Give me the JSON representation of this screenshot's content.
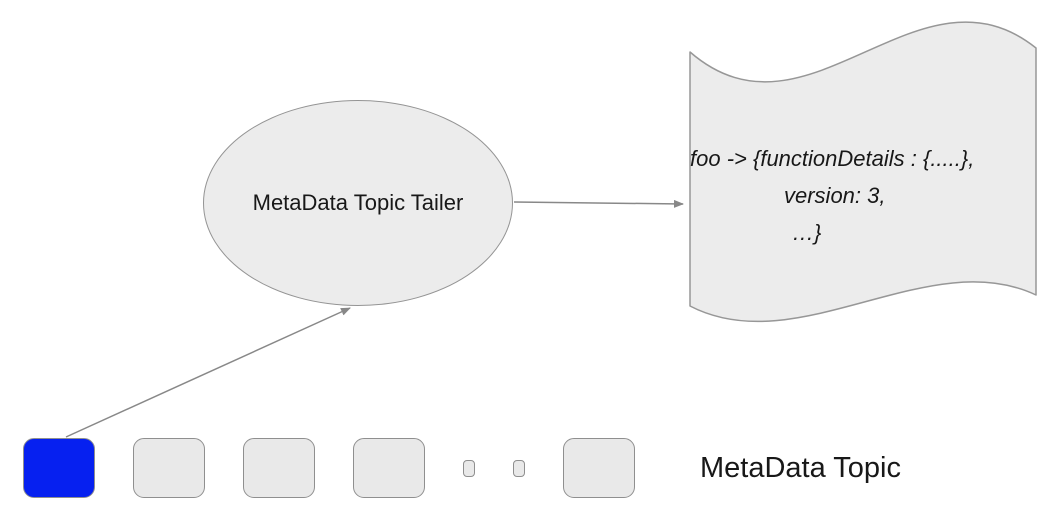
{
  "diagram": {
    "node_tailer": {
      "label": "MetaData Topic Tailer"
    },
    "record_note": {
      "lines": [
        "foo -> {functionDetails : {.....},",
        "version: 3,",
        "…}"
      ]
    },
    "topic_row": {
      "label": "MetaData Topic",
      "partitions": [
        {
          "size": "large",
          "highlighted": true
        },
        {
          "size": "large",
          "highlighted": false
        },
        {
          "size": "large",
          "highlighted": false
        },
        {
          "size": "large",
          "highlighted": false
        },
        {
          "size": "small",
          "highlighted": false
        },
        {
          "size": "small",
          "highlighted": false
        },
        {
          "size": "large",
          "highlighted": false
        }
      ]
    },
    "colors": {
      "highlight_blue": "#0620f0",
      "shape_fill": "#ececec",
      "shape_stroke": "#949494",
      "arrow_gray": "#888888",
      "text": "#181818"
    }
  }
}
